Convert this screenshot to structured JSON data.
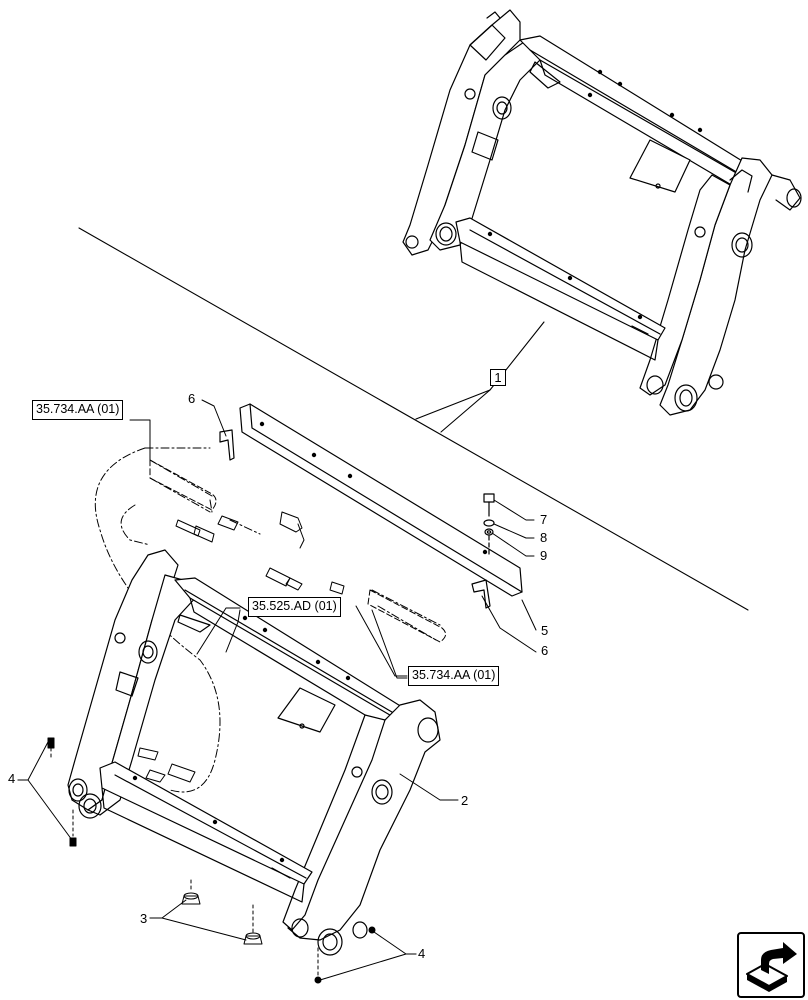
{
  "diagram": {
    "callouts": {
      "c1": "1",
      "c2": "2",
      "c3": "3",
      "c4a": "4",
      "c4b": "4",
      "c5": "5",
      "c6a": "6",
      "c6b": "6",
      "c7": "7",
      "c8": "8",
      "c9": "9"
    },
    "references": {
      "ref_hose_upper": "35.734.AA (01)",
      "ref_hose_mid": "35.525.AD (01)",
      "ref_hose_lower": "35.734.AA (01)"
    },
    "navigation": {
      "icon": "next-page-arrow-icon"
    }
  }
}
